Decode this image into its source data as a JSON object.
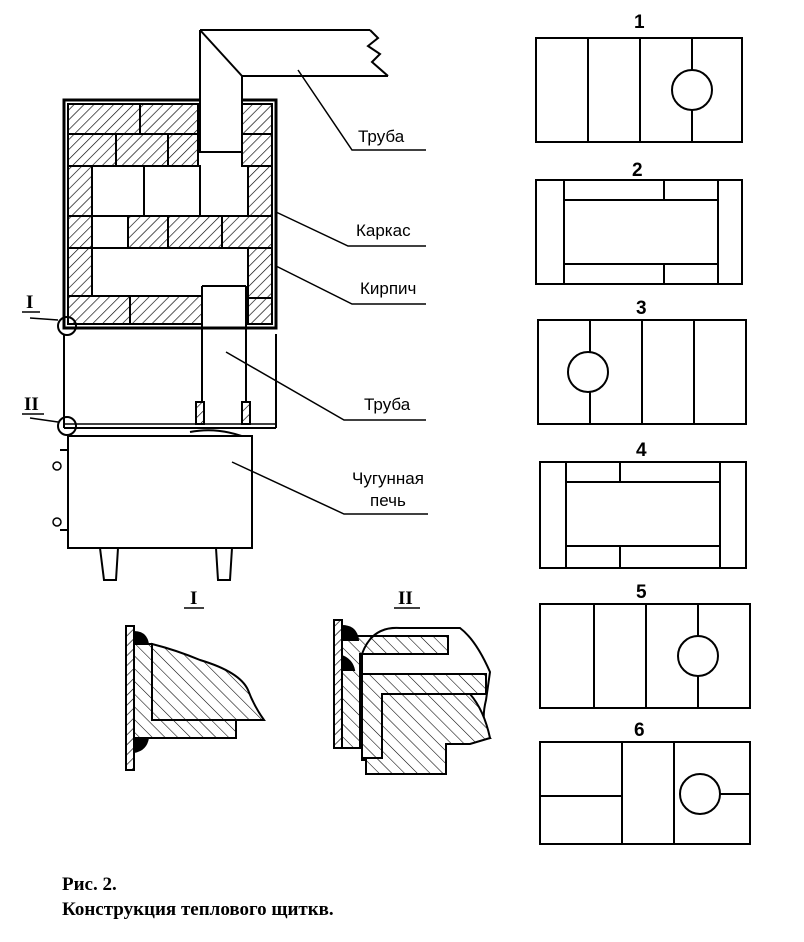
{
  "labels": {
    "pipe_top": "Труба",
    "frame": "Каркас",
    "brick": "Кирпич",
    "pipe_mid": "Труба",
    "stove_line1": "Чугунная",
    "stove_line2": "печь"
  },
  "roman": {
    "i_left": "I",
    "ii_left": "II",
    "i_detail": "I",
    "ii_detail": "II"
  },
  "layers": [
    "1",
    "2",
    "3",
    "4",
    "5",
    "6"
  ],
  "caption": {
    "line1": "Рис. 2.",
    "line2": "Конструкция теплового щиткв."
  }
}
